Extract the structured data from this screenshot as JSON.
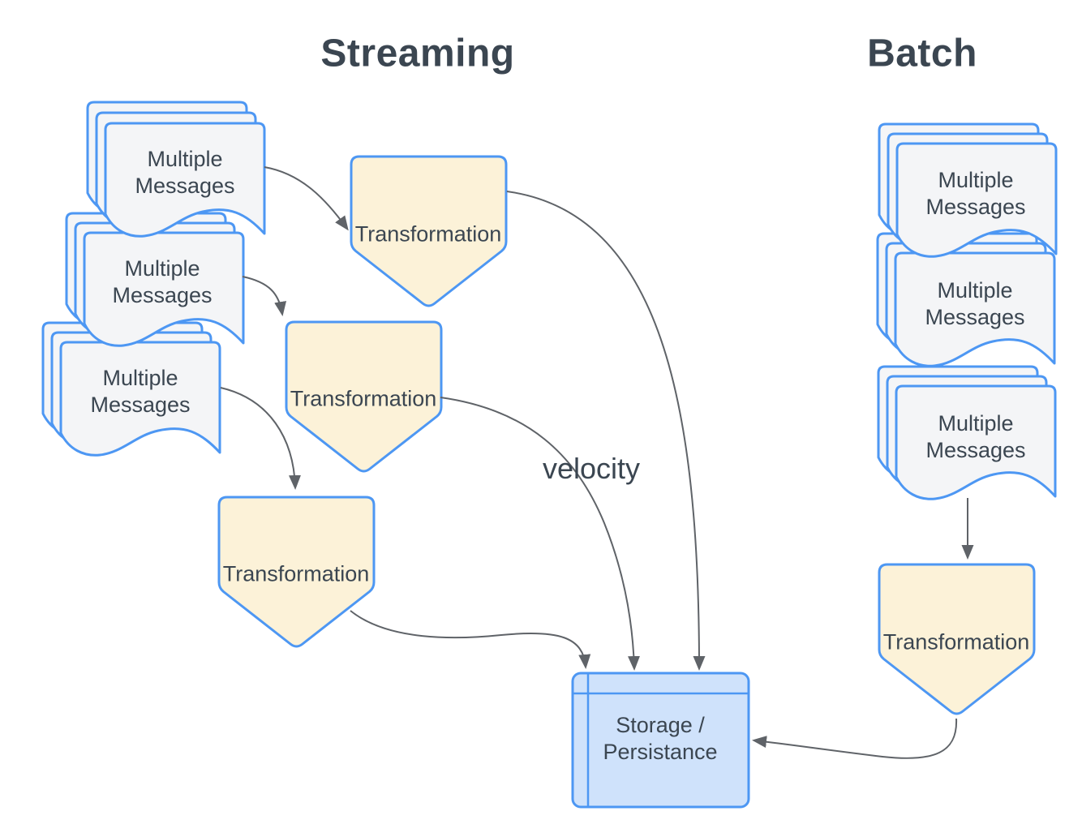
{
  "colors": {
    "accent": "#4d97f3",
    "doc_fill": "#f4f5f7",
    "transform_fill": "#fcf2d8",
    "storage_fill": "#cfe2fb",
    "edge": "#5f6368",
    "text": "#3b4651"
  },
  "streaming": {
    "title": "Streaming",
    "stacks": [
      {
        "label": "Multiple Messages"
      },
      {
        "label": "Multiple Messages"
      },
      {
        "label": "Multiple Messages"
      }
    ],
    "transformations": [
      {
        "label": "Transformation"
      },
      {
        "label": "Transformation"
      },
      {
        "label": "Transformation"
      }
    ]
  },
  "batch": {
    "title": "Batch",
    "stacks": [
      {
        "label": "Multiple Messages"
      },
      {
        "label": "Multiple Messages"
      },
      {
        "label": "Multiple Messages"
      }
    ],
    "transformations": [
      {
        "label": "Transformation"
      }
    ]
  },
  "storage": {
    "label": "Storage / Persistance"
  },
  "annotations": {
    "velocity": "velocity"
  }
}
